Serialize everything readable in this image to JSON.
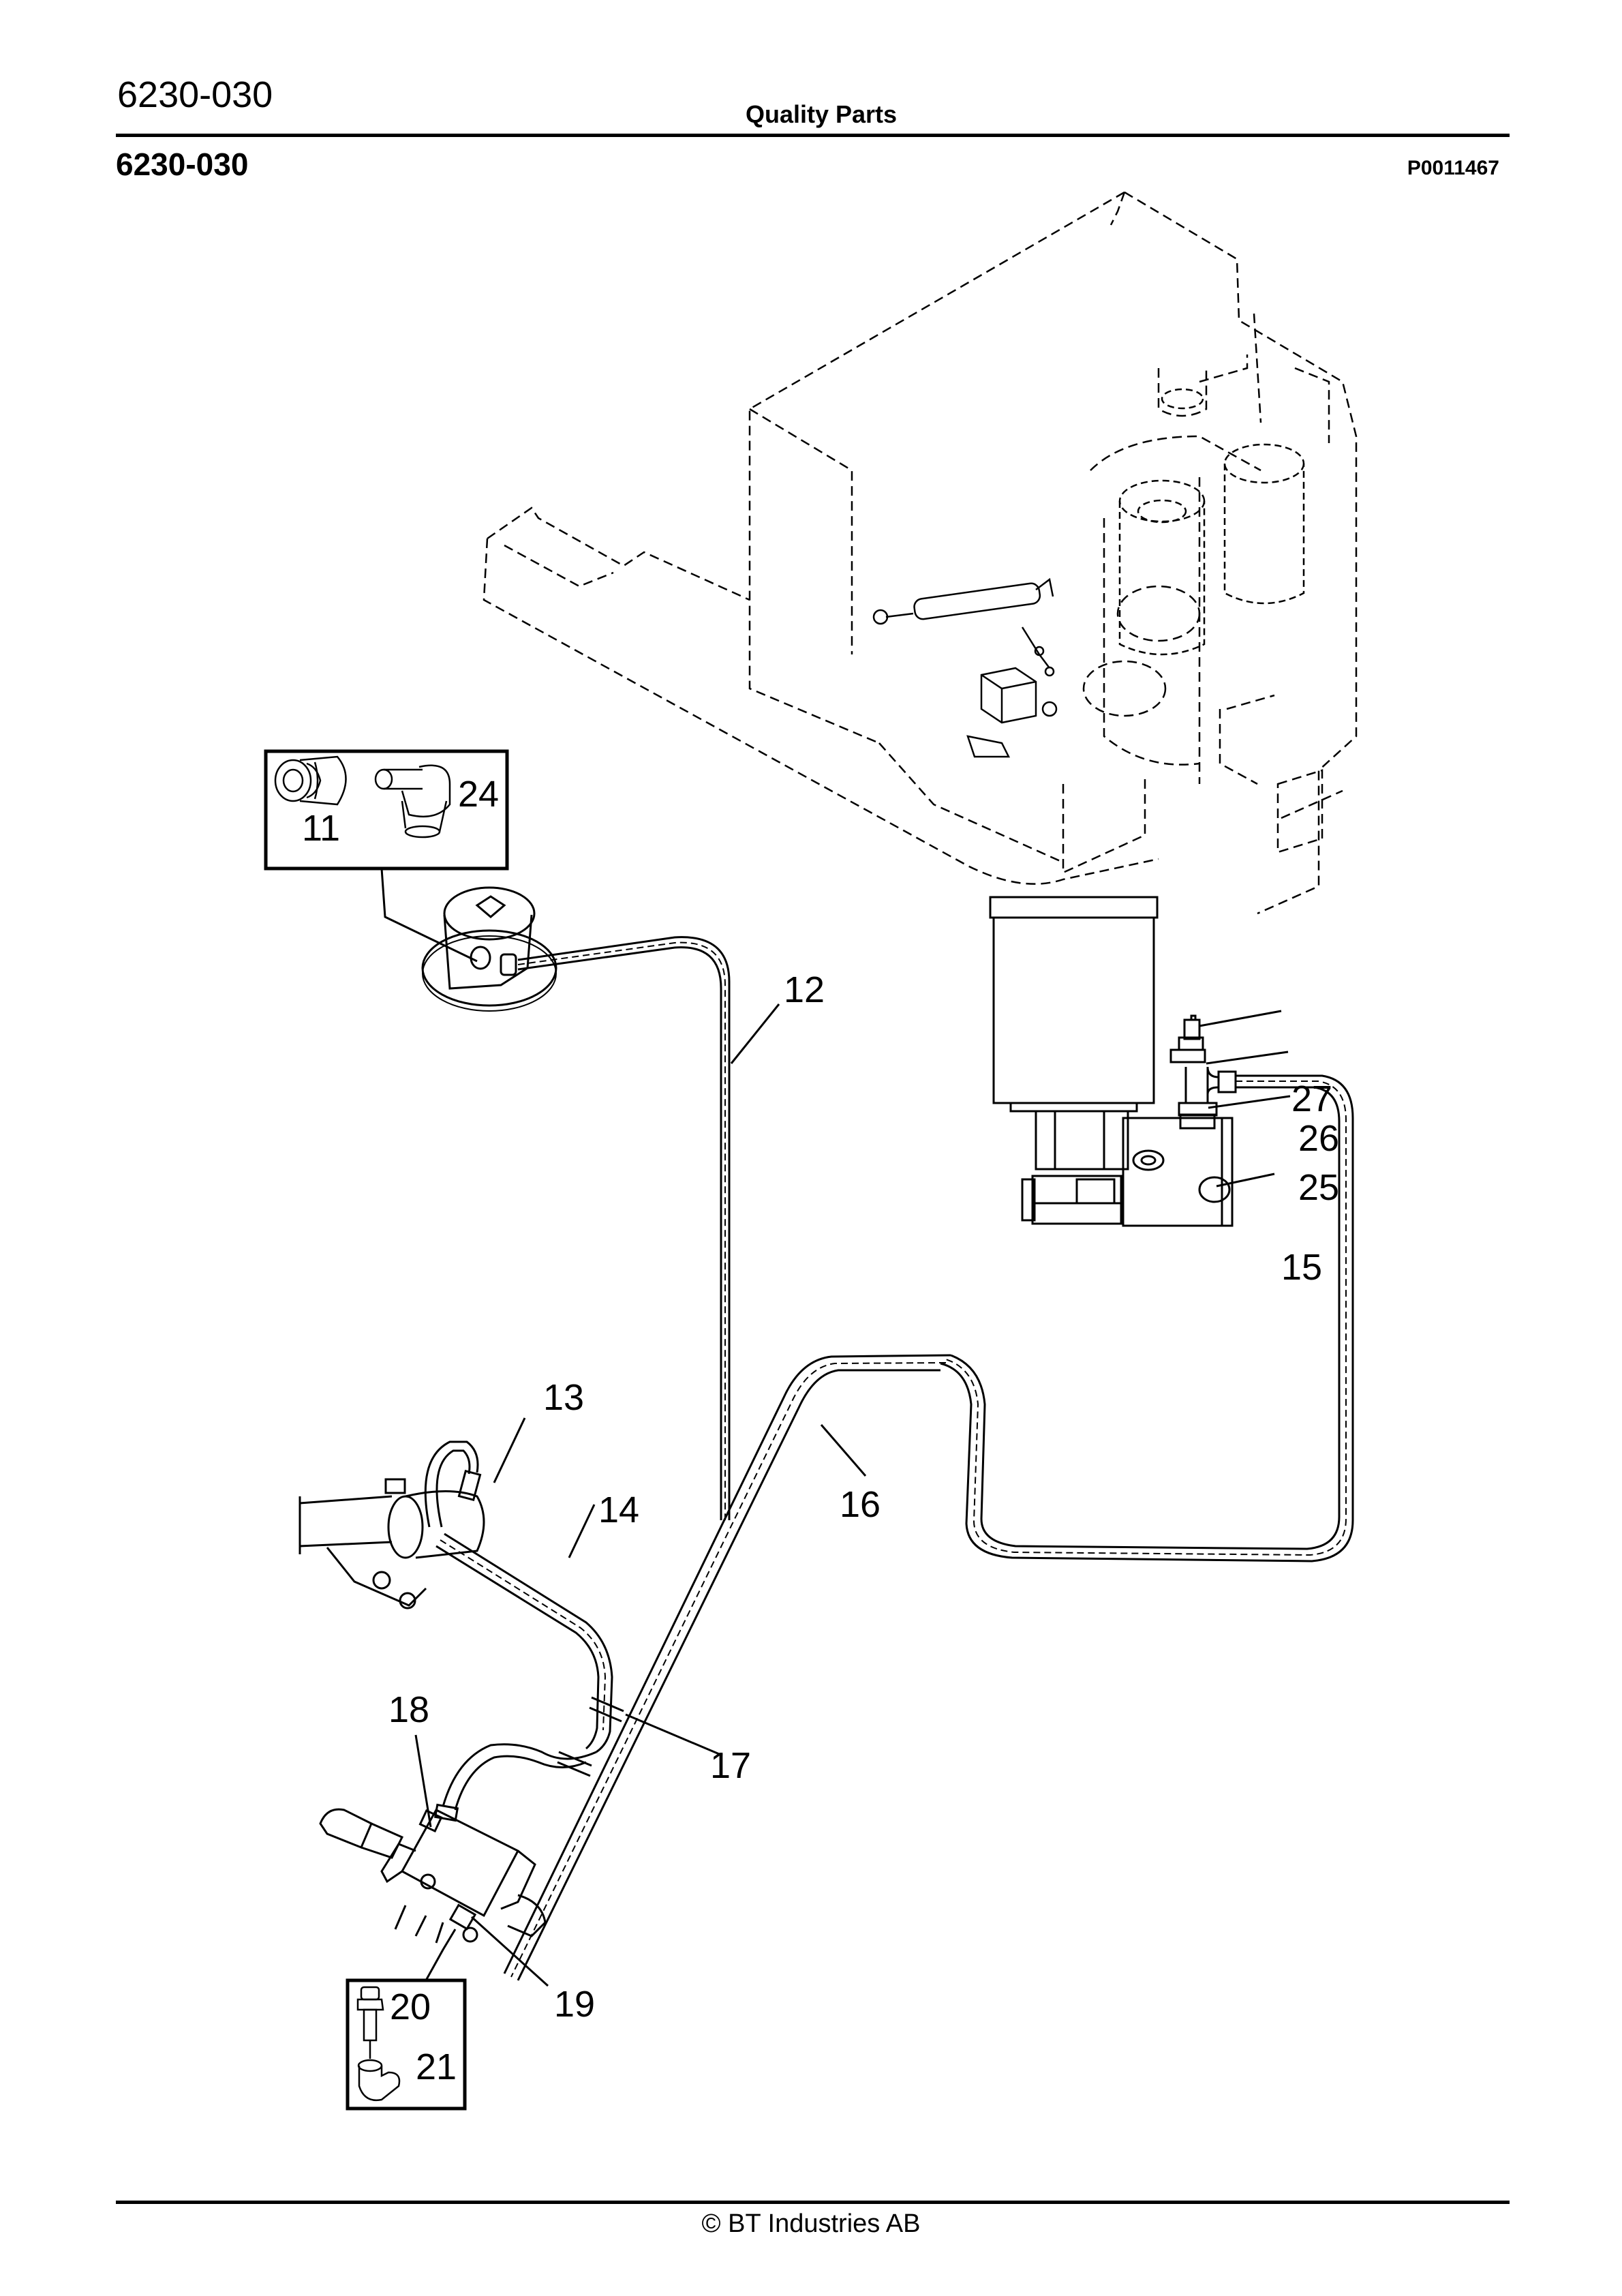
{
  "header": {
    "page_code": "6230-030",
    "title": "Quality Parts"
  },
  "section": {
    "code": "6230-030",
    "illustration_ref": "P0011467"
  },
  "diagram": {
    "subject": "Hydraulic hoses and fittings — truck chassis with hydraulic pump unit, reservoir cap, steering cylinder and brake valve",
    "insets": [
      {
        "name": "inset-fittings-reservoir",
        "items": [
          "11",
          "24"
        ]
      },
      {
        "name": "inset-fittings-valve",
        "items": [
          "20",
          "21"
        ]
      }
    ],
    "callouts": {
      "c11": "11",
      "c12": "12",
      "c13": "13",
      "c14": "14",
      "c15": "15",
      "c16": "16",
      "c17": "17",
      "c18": "18",
      "c19": "19",
      "c20": "20",
      "c21": "21",
      "c24": "24",
      "c25": "25",
      "c26": "26",
      "c27": "27"
    }
  },
  "footer": {
    "copyright": "© BT Industries AB"
  }
}
